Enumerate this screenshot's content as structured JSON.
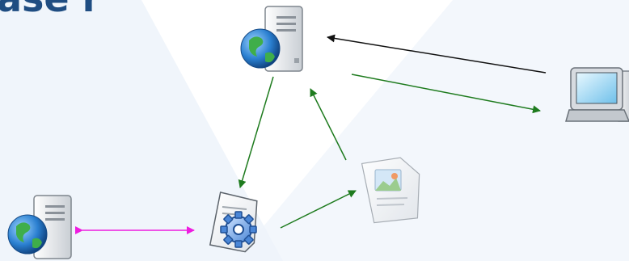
{
  "heading": {
    "text": "ase r"
  },
  "colors": {
    "background_band": "#eef4fb",
    "heading": "#1f4d82",
    "arrow_green": "#1e7b1e",
    "arrow_black": "#111111",
    "arrow_magenta": "#ee1ce0"
  },
  "nodes": [
    {
      "name": "web-server-top",
      "icon": "globe-server-icon"
    },
    {
      "name": "client-computer",
      "icon": "monitor-computer-icon"
    },
    {
      "name": "processing-script",
      "icon": "gear-document-icon"
    },
    {
      "name": "image-document",
      "icon": "image-document-icon"
    },
    {
      "name": "web-server-bottom-left",
      "icon": "globe-server-icon"
    }
  ],
  "edges": [
    {
      "from": "client-computer",
      "to": "web-server-top",
      "style": "black"
    },
    {
      "from": "web-server-top",
      "to": "client-computer",
      "style": "green"
    },
    {
      "from": "web-server-top",
      "to": "processing-script",
      "style": "green"
    },
    {
      "from": "image-document",
      "to": "web-server-top",
      "style": "green"
    },
    {
      "from": "processing-script",
      "to": "image-document",
      "style": "green"
    },
    {
      "from": "web-server-bottom-left",
      "to": "processing-script",
      "style": "magenta-bidirectional"
    }
  ]
}
